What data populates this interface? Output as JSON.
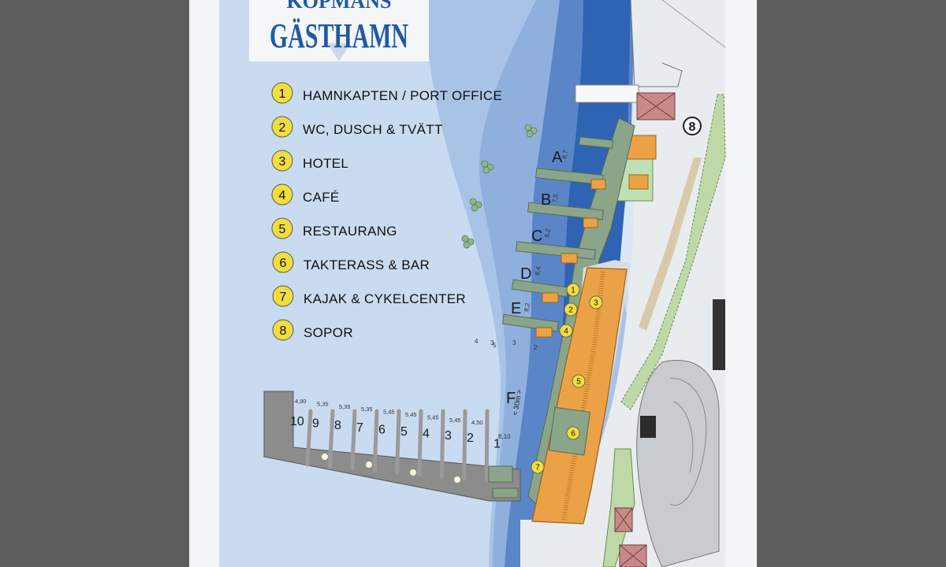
{
  "title": {
    "top_line": "KÖPMANS",
    "main": "GÄSTHAMN"
  },
  "legend": [
    {
      "num": "1",
      "label": "HAMNKAPTEN / PORT OFFICE"
    },
    {
      "num": "2",
      "label": "WC, DUSCH & TVÄTT"
    },
    {
      "num": "3",
      "label": "HOTEL"
    },
    {
      "num": "4",
      "label": "CAFÉ"
    },
    {
      "num": "5",
      "label": "RESTAURANG"
    },
    {
      "num": "6",
      "label": "TAKTERASS & BAR"
    },
    {
      "num": "7",
      "label": "KAJAK & CYKELCENTER"
    },
    {
      "num": "8",
      "label": "SOPOR"
    }
  ],
  "berths": [
    {
      "letter": "A",
      "depth": "8,7"
    },
    {
      "letter": "B",
      "depth": "7,5"
    },
    {
      "letter": "C",
      "depth": "8,2"
    },
    {
      "letter": "D",
      "depth": "8,4"
    },
    {
      "letter": "E",
      "depth": "8,2"
    },
    {
      "letter": "F",
      "depth": "8,10"
    }
  ],
  "slips": [
    {
      "num": "10",
      "depth": "4,90"
    },
    {
      "num": "9",
      "depth": "5,35"
    },
    {
      "num": "8",
      "depth": "5,35"
    },
    {
      "num": "7",
      "depth": "5,35"
    },
    {
      "num": "6",
      "depth": "5,45"
    },
    {
      "num": "5",
      "depth": "5,45"
    },
    {
      "num": "4",
      "depth": "5,45"
    },
    {
      "num": "3",
      "depth": "5,45"
    },
    {
      "num": "2",
      "depth": "4,50"
    },
    {
      "num": "1",
      "depth": ""
    }
  ],
  "water_depths": [
    "4",
    "3",
    "5",
    "3",
    "2"
  ],
  "scale_label": "< 30m >",
  "map_markers": [
    "1",
    "2",
    "3",
    "4",
    "5",
    "6",
    "7"
  ],
  "recycling_marker": "8",
  "colors": {
    "shallow_water": "#c9dbf0",
    "mid_water": "#8fb0dd",
    "deep_water": "#5a86c8",
    "deepest_water": "#2f63b3",
    "building_orange": "#eba247",
    "pier_gray": "#8c8c8c",
    "marker_yellow": "#f1dd3e",
    "title_blue": "#1f5aa3"
  }
}
